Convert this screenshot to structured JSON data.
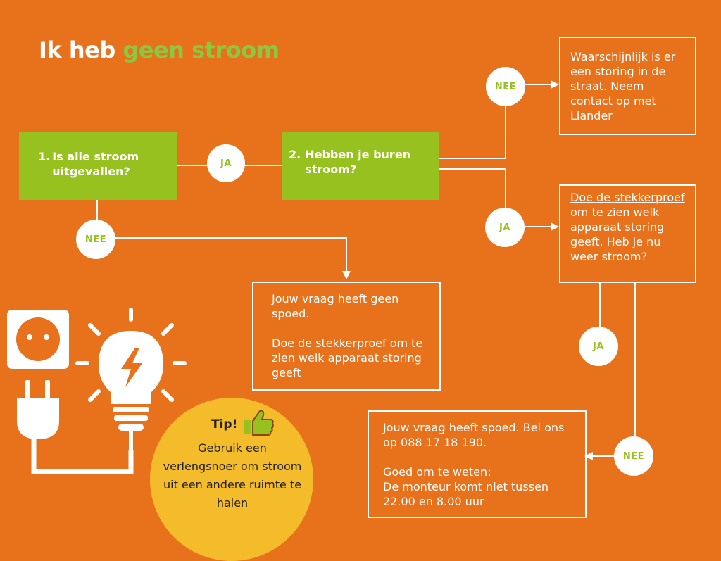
{
  "title": {
    "part1": "Ik heb",
    "part2": "geen stroom"
  },
  "q1": {
    "number": "1.",
    "text": "Is alle stroom uitgevallen?"
  },
  "q2": {
    "number": "2.",
    "text": "Hebben je buren stroom?"
  },
  "labels": {
    "ja": "JA",
    "nee": "NEE"
  },
  "box_storing": {
    "text": "Waarschijnlijk is er een storing in de straat. Neem contact op met Liander"
  },
  "box_stekkerproef": {
    "link": "Doe de stekkerproef",
    "text": " om te zien welk apparaat storing geeft. Heb je nu weer stroom?"
  },
  "box_geen_spoed": {
    "line1": "Jouw vraag heeft geen spoed.",
    "link": "Doe de stekkerproef",
    "line2": " om te zien welk apparaat storing geeft"
  },
  "box_spoed": {
    "line1": "Jouw vraag heeft spoed. Bel ons op 088 17 18 190.",
    "line2": "Goed om te weten:",
    "line3": "De monteur komt niet tussen 22.00 en 8.00 uur"
  },
  "tip": {
    "heading": "Tip!",
    "text": "Gebruik een verlengsnoer om stroom uit een andere ruimte te halen"
  },
  "colors": {
    "background": "#e8711c",
    "green": "#96c11f",
    "title_green": "#8dc63f",
    "tip_yellow": "#f4bb2a"
  },
  "icons": [
    "power-socket-icon",
    "plug-icon",
    "light-bulb-icon",
    "thumbs-up-icon"
  ]
}
